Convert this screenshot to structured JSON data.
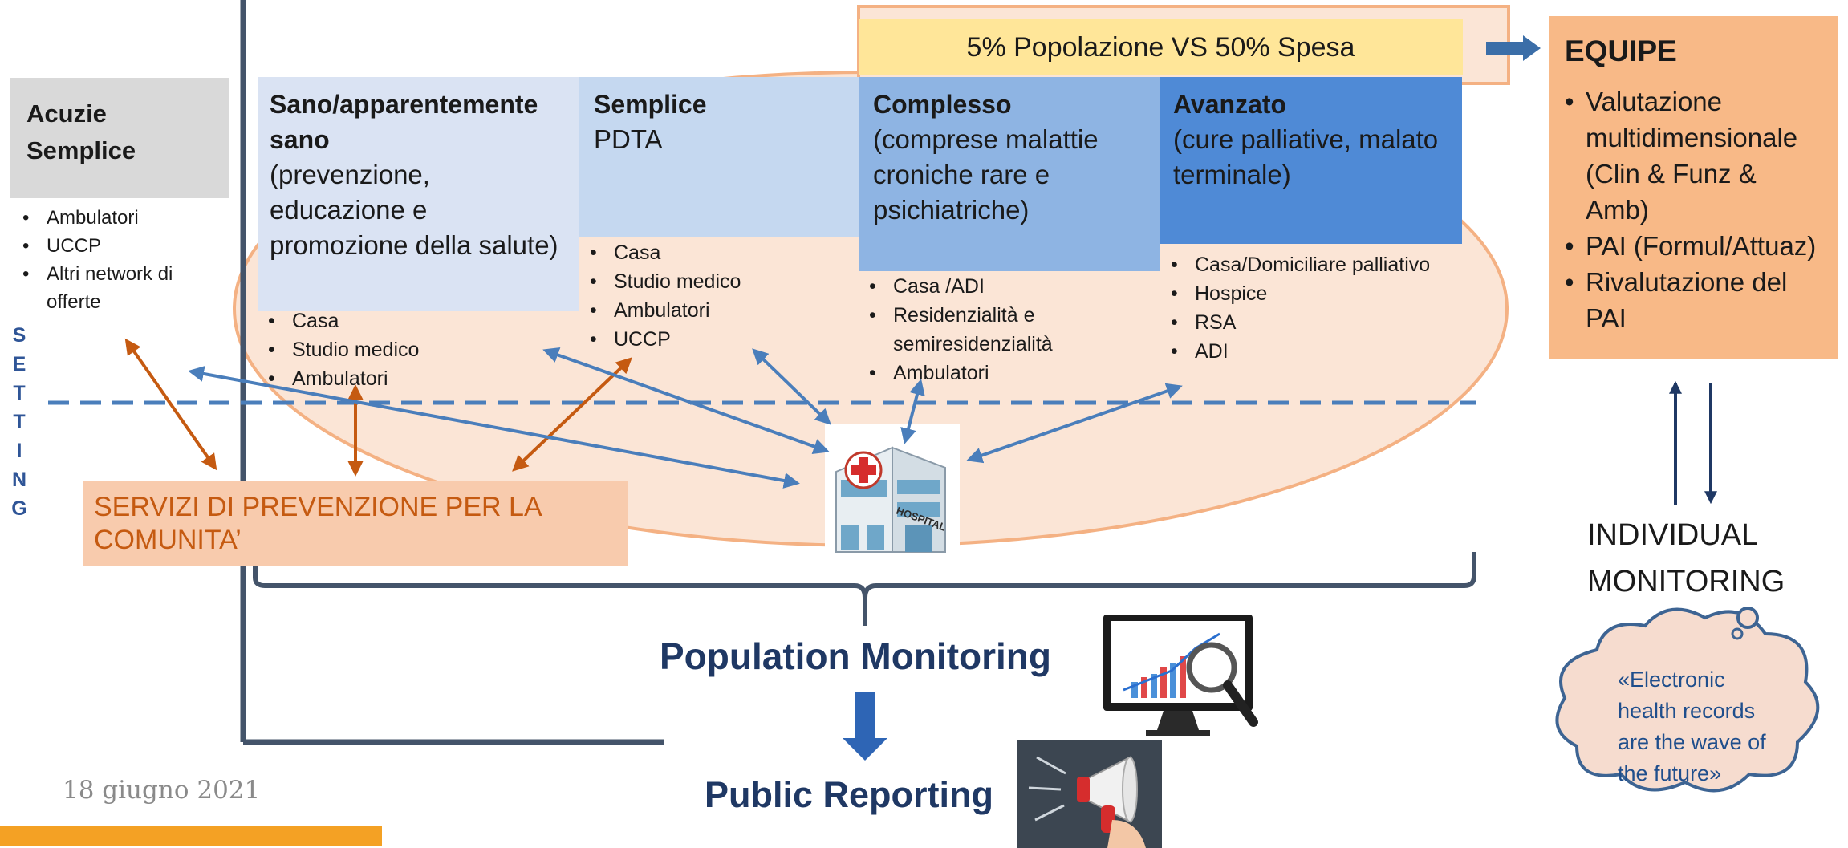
{
  "colors": {
    "ellipse": "#fbe5d6",
    "ellipse_stroke": "#f4b183",
    "banner": "#ffe699",
    "box_light": "#dae3f3",
    "box_mid": "#c5d8f0",
    "box_complex": "#8eb4e3",
    "box_advanced": "#4f8ad6",
    "equipe": "#f8b987",
    "servizi": "#f8cbad",
    "servizi_text": "#c55a11",
    "arrow_blue": "#4a7ebb",
    "arrow_orange": "#c55a11",
    "dark_blue": "#1f3864",
    "frame": "#44546a",
    "cloud": "#f6dccf",
    "footer_bar": "#f4a124"
  },
  "acuzie": {
    "title": "Acuzie\nSemplice",
    "items": [
      "Ambulatori",
      "UCCP",
      "Altri network di offerte"
    ]
  },
  "setting_letters": [
    "S",
    "E",
    "T",
    "T",
    "I",
    "N",
    "G"
  ],
  "banner": {
    "text": "5% Popolazione VS 50% Spesa"
  },
  "sano": {
    "title": "Sano/apparentemente sano",
    "desc": "(prevenzione, educazione e promozione della salute)",
    "items": [
      "Casa",
      "Studio medico",
      "Ambulatori"
    ]
  },
  "semplice": {
    "title": "Semplice",
    "desc": "PDTA",
    "items": [
      "Casa",
      "Studio medico",
      "Ambulatori",
      "UCCP"
    ]
  },
  "complesso": {
    "title": "Complesso",
    "desc": "(comprese malattie croniche rare e psichiatriche)",
    "items": [
      "Casa /ADI",
      "Residenzialità e semiresidenzialità",
      "Ambulatori"
    ]
  },
  "avanzato": {
    "title": "Avanzato",
    "desc": "(cure palliative, malato terminale)",
    "items": [
      "Casa/Domiciliare palliativo",
      "Hospice",
      "RSA",
      "ADI"
    ]
  },
  "servizi": {
    "text": "SERVIZI DI PREVENZIONE PER LA COMUNITA’"
  },
  "hospital": {
    "sign": "HOSPITAL"
  },
  "equipe": {
    "title": "EQUIPE",
    "items": [
      "Valutazione multidimensionale (Clin & Funz & Amb)",
      "PAI (Formul/Attuaz)",
      "Rivalutazione del PAI"
    ]
  },
  "individual_monitoring": "INDIVIDUAL MONITORING",
  "cloud_quote": "«Electronic health records are the wave of the future»",
  "population_monitoring": "Population Monitoring",
  "public_reporting": "Public Reporting",
  "date": "18 giugno 2021"
}
